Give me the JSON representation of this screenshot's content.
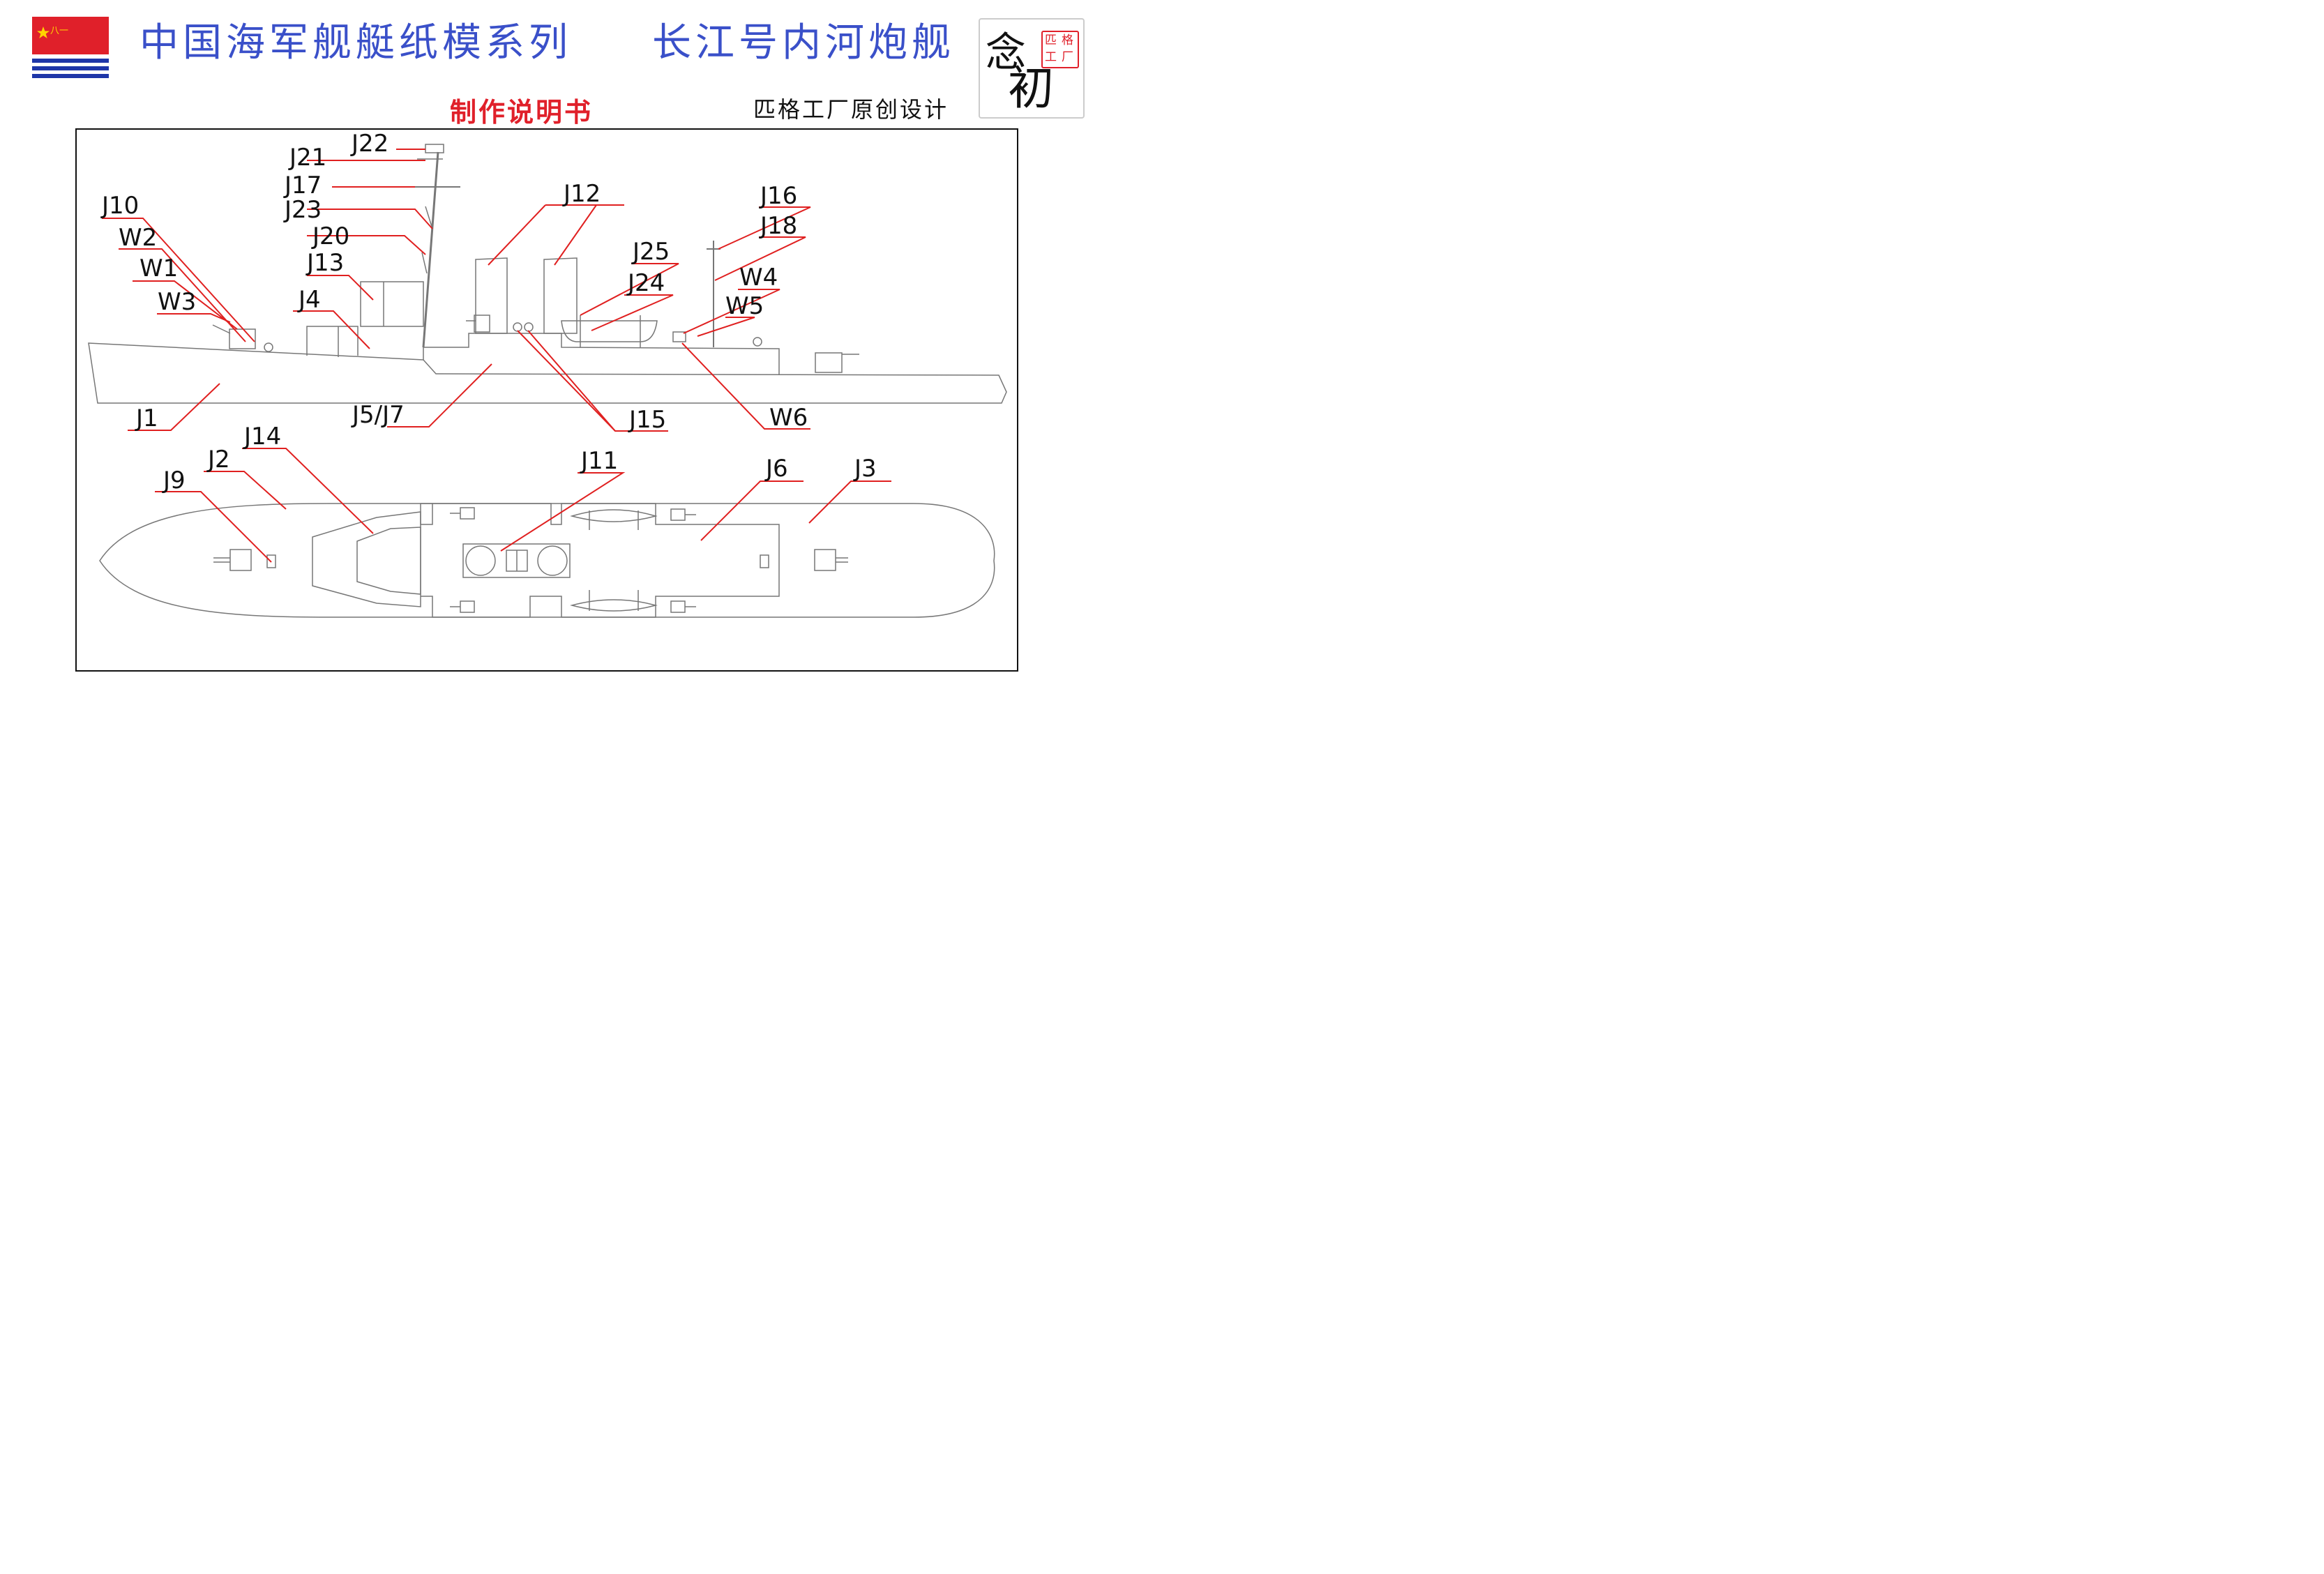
{
  "header": {
    "title_left": "中国海军舰艇纸模系列",
    "title_right": "长江号内河炮舰",
    "subtitle": "制作说明书",
    "credit": "匹格工厂原创设计",
    "flag_text": "八一",
    "logo_chars": [
      "念",
      "初"
    ],
    "seal_chars": [
      "匹",
      "格",
      "工",
      "厂"
    ]
  },
  "colors": {
    "title_blue": "#3a50c9",
    "accent_red": "#e0202a",
    "leader_red": "#e02020",
    "outline_gray": "#777777",
    "flag_blue": "#1e36a8"
  },
  "labels": {
    "J1": "J1",
    "J2": "J2",
    "J3": "J3",
    "J4": "J4",
    "J5J7": "J5/J7",
    "J6": "J6",
    "J9": "J9",
    "J10": "J10",
    "J11": "J11",
    "J12": "J12",
    "J13": "J13",
    "J14": "J14",
    "J15": "J15",
    "J16": "J16",
    "J17": "J17",
    "J18": "J18",
    "J20": "J20",
    "J21": "J21",
    "J22": "J22",
    "J23": "J23",
    "J24": "J24",
    "J25": "J25",
    "W1": "W1",
    "W2": "W2",
    "W3": "W3",
    "W4": "W4",
    "W5": "W5",
    "W6": "W6"
  }
}
